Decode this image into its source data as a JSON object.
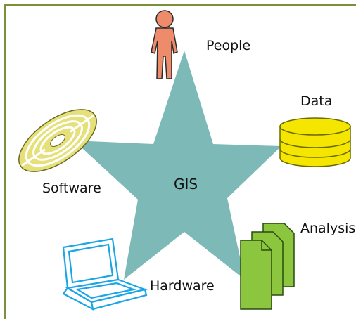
{
  "diagram": {
    "center": {
      "label": "GIS"
    },
    "components": [
      {
        "id": "people",
        "label": "People",
        "icon": "person-icon"
      },
      {
        "id": "data",
        "label": "Data",
        "icon": "database-icon"
      },
      {
        "id": "analysis",
        "label": "Analysis",
        "icon": "documents-icon"
      },
      {
        "id": "hardware",
        "label": "Hardware",
        "icon": "laptop-icon"
      },
      {
        "id": "software",
        "label": "Software",
        "icon": "disc-icon"
      }
    ]
  },
  "colors": {
    "star": "#7dbab7",
    "frame": "#7c8f3a",
    "person": "#ee8b6b",
    "database": "#f4e600",
    "documents": "#8cc63f",
    "laptop": "#1aa6e6",
    "disc": "#e6e07a"
  }
}
